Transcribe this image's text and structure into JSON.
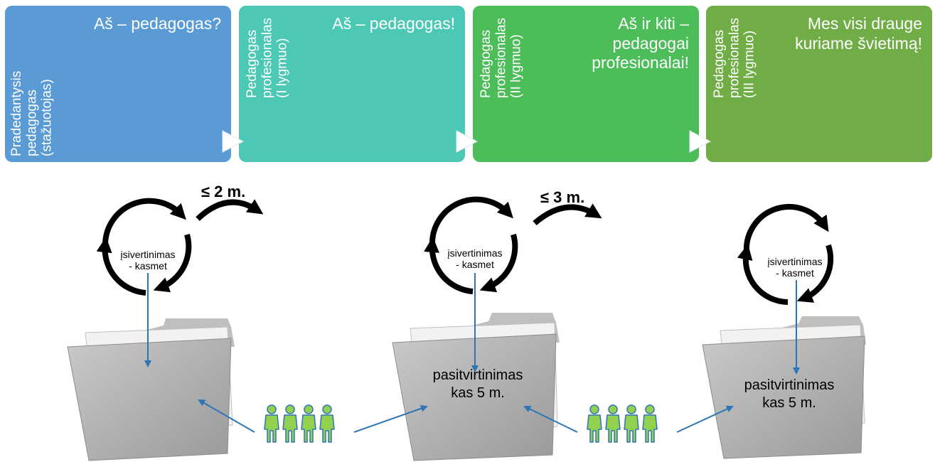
{
  "stages": [
    {
      "vertical_label": "Pradedantysis\npedagogas\n(stažuotojas)",
      "motto": "Aš – pedagogas?",
      "color": "#5b9bd5"
    },
    {
      "vertical_label": "Pedagogas\nprofesionalas\n(I lygmuo)",
      "motto": "Aš – pedagogas!",
      "color": "#4dc8b5"
    },
    {
      "vertical_label": "Pedagogas\nprofesionalas\n(II lygmuo)",
      "motto": "Aš ir kiti –\npedagogai\nprofesionalai!",
      "color": "#4dbd5a"
    },
    {
      "vertical_label": "Pedagogas\nprofesionalas\n(III lygmuo)",
      "motto": "Mes visi drauge\nkuriame švietimą!",
      "color": "#70ad47"
    }
  ],
  "cycles": [
    {
      "label": "įsivertinimas\n- kasmet"
    },
    {
      "label": "įsivertinimas\n- kasmet"
    },
    {
      "label": "įsivertinimas\n- kasmet"
    }
  ],
  "durations": [
    "≤ 2 m.",
    "≤ 3 m."
  ],
  "folders": [
    {
      "label": ""
    },
    {
      "label": "pasitvirtinimas\nkas 5 m."
    },
    {
      "label": "pasitvirtinimas\nkas 5 m."
    }
  ],
  "people_groups": [
    {
      "icon": "people-group-icon",
      "count": 4
    },
    {
      "icon": "people-group-icon",
      "count": 4
    }
  ],
  "colors": {
    "arrow_blue": "#2e75b6",
    "people_fill": "#92d050",
    "people_stroke": "#2e75b6",
    "folder": "#a6a6a6"
  }
}
